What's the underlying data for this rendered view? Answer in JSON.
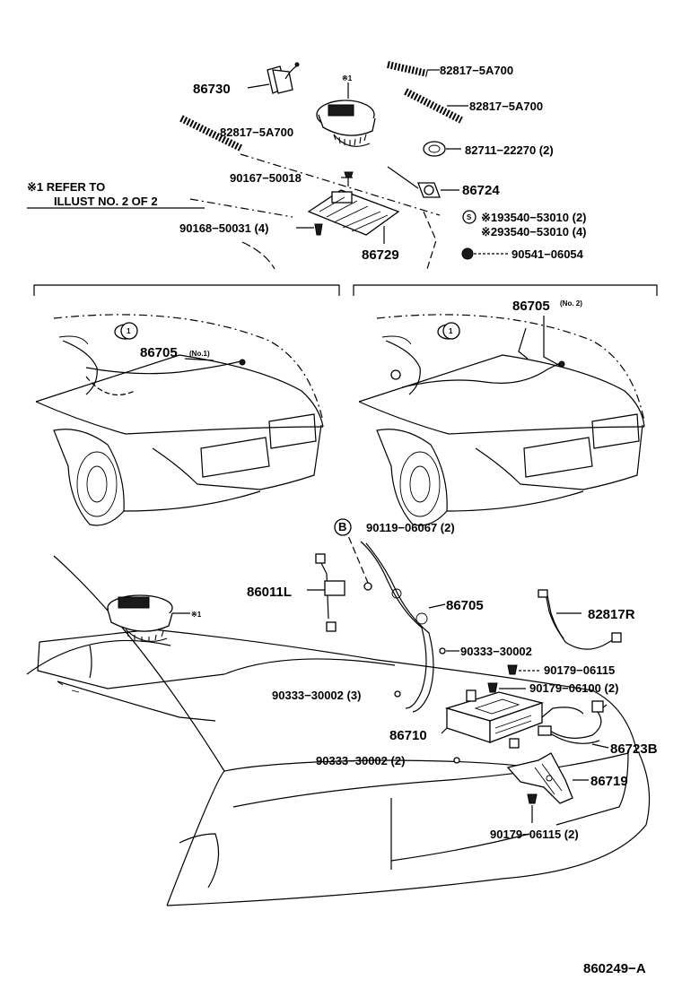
{
  "diagram": {
    "labels": {
      "p86730": "86730",
      "mark1_top": "※1",
      "p82817_a": "82817−5A700",
      "p82817_b": "82817−5A700",
      "p82817_c": "82817−5A700",
      "p82711": "82711−22270 (2)",
      "p90167": "90167−50018",
      "p86724": "86724",
      "refer_line1": "※1 REFER TO",
      "refer_line2": "ILLUST NO. 2 OF 2",
      "p90168": "90168−50031 (4)",
      "s_circle": "S",
      "p93540_1": "※193540−53010 (2)",
      "p93540_2": "※293540−53010 (4)",
      "p86729": "86729",
      "p90541": "90541−06054",
      "p86705_no2": "86705",
      "no2": "(No. 2)",
      "p86705_no1": "86705",
      "no1": "(No.1)",
      "circle1_left": "1",
      "circle1_right": "1",
      "b_circle": "B",
      "p90119": "90119−06067 (2)",
      "p86011L": "86011L",
      "p86705_main": "86705",
      "p82817R": "82817R",
      "mark1_bottom": "※1",
      "p90333_a": "90333−30002",
      "p90179_06115_a": "90179−06115",
      "p90179_06100": "90179−06100 (2)",
      "p90333_b": "90333−30002 (3)",
      "p86710": "86710",
      "p86723B": "86723B",
      "p90333_c": "90333−30002 (2)",
      "p86719": "86719",
      "p90179_06115_b": "90179−06115 (2)",
      "drawing_no": "860249−A"
    }
  }
}
